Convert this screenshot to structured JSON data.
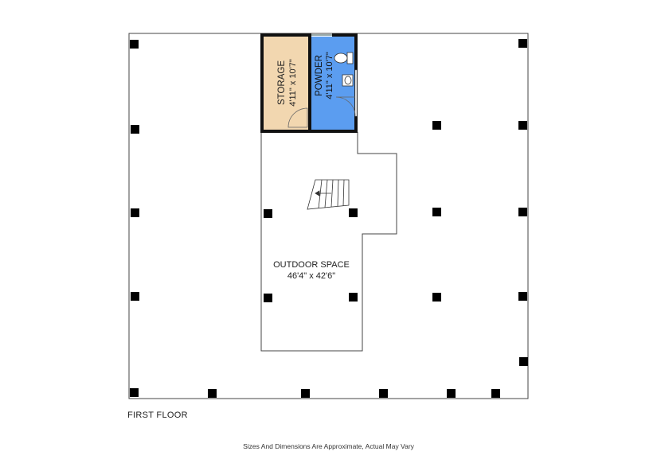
{
  "floor_label": "FIRST FLOOR",
  "disclaimer": "Sizes And Dimensions Are Approximate, Actual May Vary",
  "rooms": {
    "storage": {
      "name": "STORAGE",
      "dims": "4'11\" x 10'7\"",
      "color": "#f2d7b0"
    },
    "powder": {
      "name": "POWDER",
      "dims": "4'11\" x 10'7\"",
      "color": "#5b9df0"
    },
    "outdoor": {
      "name": "OUTDOOR SPACE",
      "dims": "46'4\" x 42'6\""
    }
  },
  "colors": {
    "wall": "#111111",
    "line": "#444444",
    "column": "#000000"
  }
}
